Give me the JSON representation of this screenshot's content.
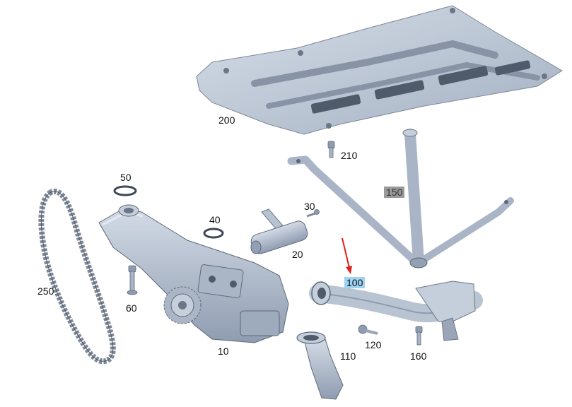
{
  "diagram": {
    "colors": {
      "part_fill": "#c5cfdc",
      "part_shade": "#93a0b3",
      "part_dark": "#4f5a6a",
      "chain": "#7e8896",
      "arrow": "#e0201c",
      "label_highlight": "#9fd3f2",
      "label_grey": "#9a9a9a"
    },
    "callouts": {
      "p200": "200",
      "p210": "210",
      "p150": "150",
      "p50": "50",
      "p30": "30",
      "p40": "40",
      "p20": "20",
      "p100": "100",
      "p250": "250",
      "p60": "60",
      "p10": "10",
      "p120": "120",
      "p160": "160",
      "p110": "110"
    },
    "highlighted_part": "100"
  }
}
